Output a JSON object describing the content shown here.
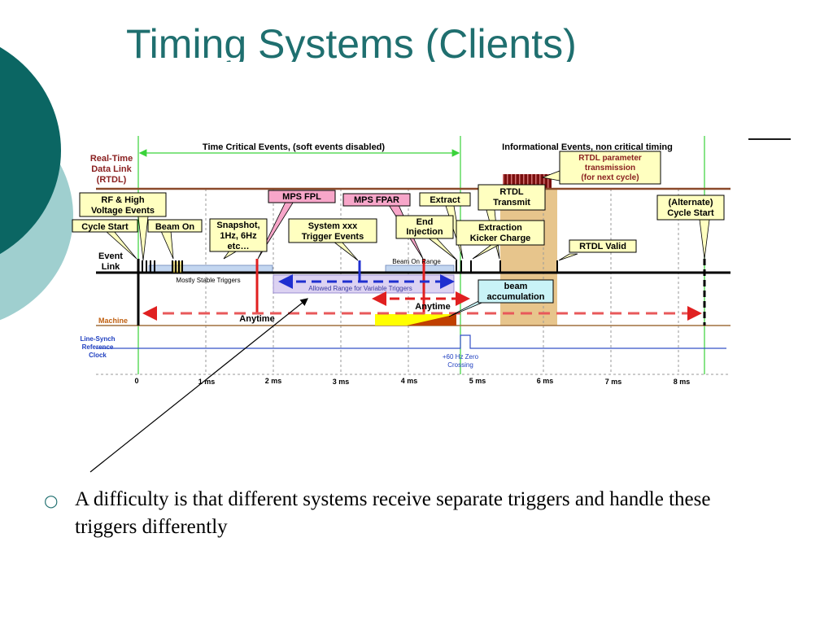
{
  "title": "Timing Systems (Clients)",
  "diagram": {
    "band_labels": {
      "rtdl": [
        "Real-Time",
        "Data Link",
        "(RTDL)"
      ],
      "event_link": [
        "Event",
        "Link"
      ],
      "machine": "Machine",
      "line_synch": [
        "Line-Synch",
        "Reference",
        "Clock"
      ]
    },
    "headers": {
      "time_critical": "Time Critical Events,  (soft events disabled)",
      "informational": "Informational Events,  non critical timing"
    },
    "callouts": {
      "rf_high_voltage": [
        "RF & High",
        "Voltage Events"
      ],
      "cycle_start": "Cycle Start",
      "beam_on": "Beam On",
      "snapshot": [
        "Snapshot,",
        "1Hz, 6Hz",
        "etc…"
      ],
      "mps_fpl": "MPS FPL",
      "system_xxx": [
        "System xxx",
        "Trigger Events"
      ],
      "mps_fpar": "MPS FPAR",
      "end_injection": [
        "End",
        "Injection"
      ],
      "extract": "Extract",
      "rtdl_transmit": [
        "RTDL",
        "Transmit"
      ],
      "extraction_kicker": [
        "Extraction",
        "Kicker Charge"
      ],
      "rtdl_parameter": [
        "RTDL parameter",
        "transmission",
        "(for next cycle)"
      ],
      "alternate_cycle_start": [
        "(Alternate)",
        "Cycle Start"
      ],
      "rtdl_valid": "RTDL Valid",
      "beam_accumulation": [
        "beam",
        "accumulation"
      ]
    },
    "region_labels": {
      "beam_on_range": "Beam On Range",
      "mostly_stable": "Mostly Stable Triggers",
      "allowed_range": "Allowed Range for Variable Triggers",
      "anytime_left": "Anytime",
      "anytime_right": "Anytime",
      "zero_crossing": [
        "+60 Hz Zero",
        "Crossing"
      ]
    },
    "axis_ticks": [
      "0",
      "1 ms",
      "2 ms",
      "3 ms",
      "4 ms",
      "5 ms",
      "6 ms",
      "7 ms",
      "8 ms"
    ]
  },
  "bullets": [
    {
      "text": "A difficulty is that different systems receive separate triggers and handle these triggers differently"
    }
  ],
  "colors": {
    "title": "#1f6f6f",
    "deco_dark": "#0b6663",
    "deco_light": "#9fcfcf",
    "rtdl_line": "#8b4a2a",
    "callout_fill": "#ffffc0",
    "mps_fill": "#f7a6c9",
    "accum_fill": "#c9f3f7",
    "red": "#e02020",
    "blue": "#1f2fd0",
    "machine_line": "#a0703f",
    "green_line": "#3ad33a"
  },
  "icons": {
    "bullet": "hollow-circle-bullet"
  }
}
